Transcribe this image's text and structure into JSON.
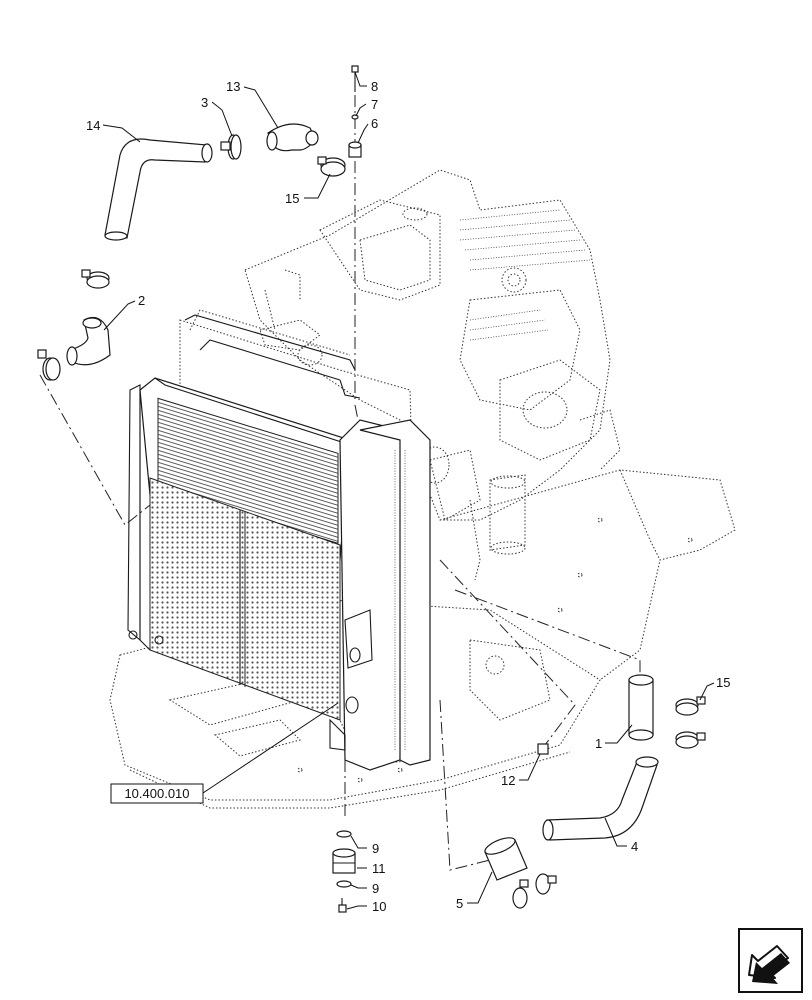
{
  "callouts": {
    "c1": "1",
    "c2": "2",
    "c3": "3",
    "c4": "4",
    "c5": "5",
    "c6": "6",
    "c7": "7",
    "c8": "8",
    "c9a": "9",
    "c9b": "9",
    "c10": "10",
    "c11": "11",
    "c12": "12",
    "c13": "13",
    "c14": "14",
    "c15a": "15",
    "c15b": "15"
  },
  "reference": {
    "label": "10.400.010"
  },
  "nav": {
    "icon": "arrow-icon"
  }
}
